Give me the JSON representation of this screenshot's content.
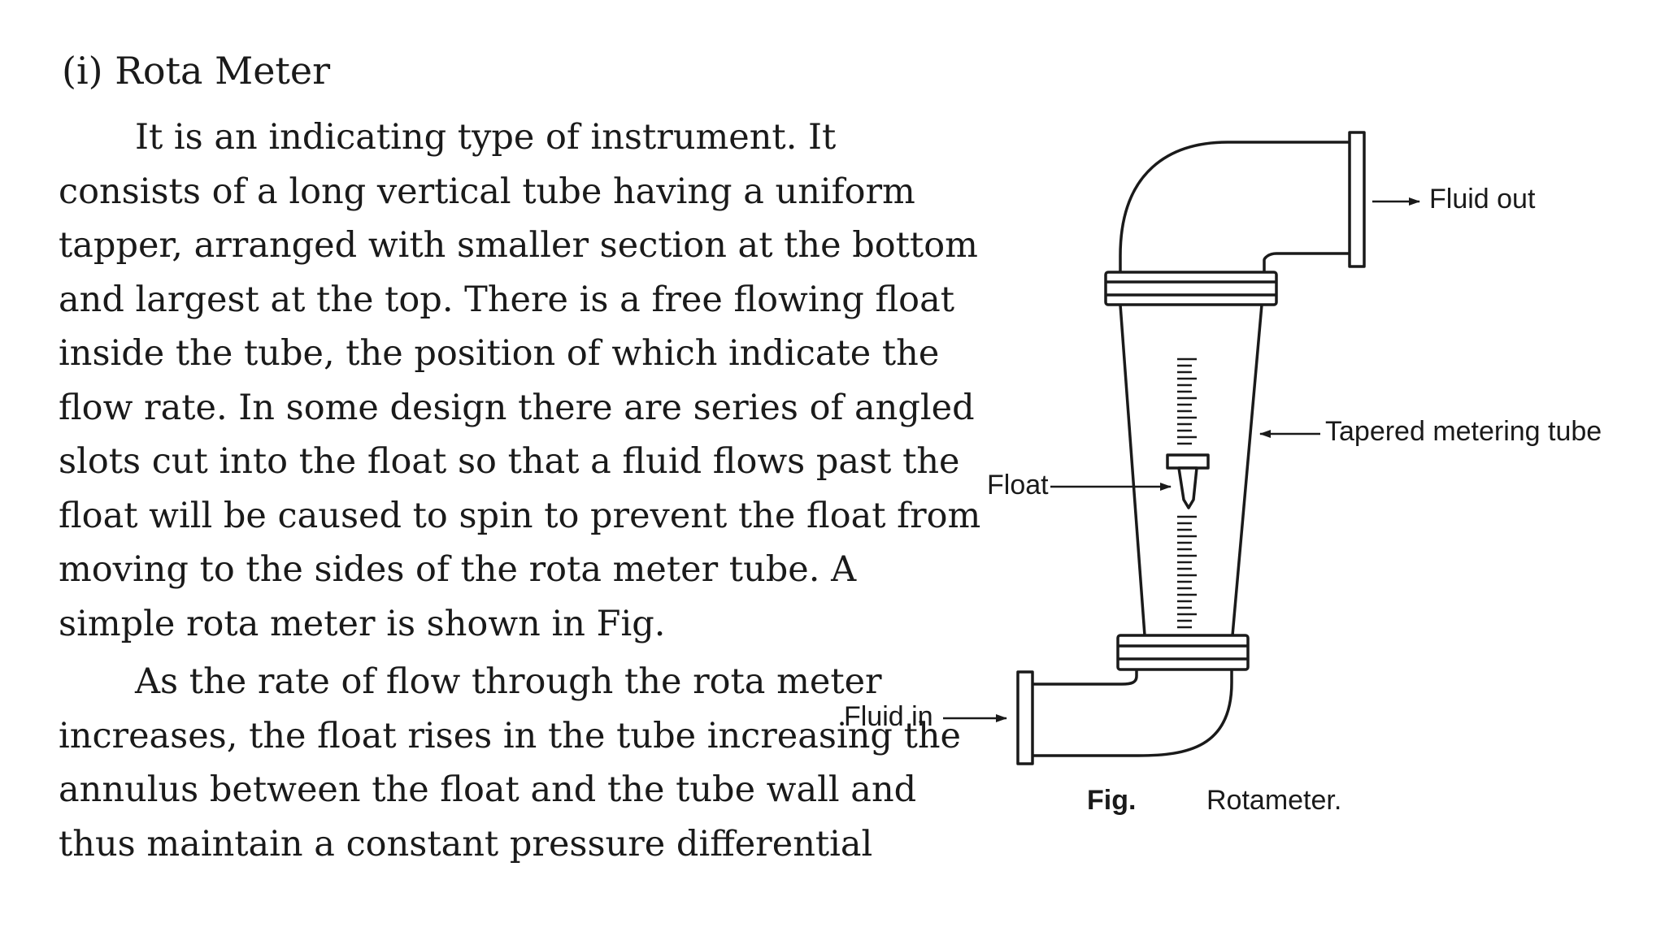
{
  "section": {
    "title": "(i) Rota Meter"
  },
  "paragraph1": {
    "lines": [
      "It is an indicating type of instrument. It",
      "consists of a long vertical tube having a uniform",
      "tapper, arranged with smaller section at the bottom",
      "and largest at the top. There is a free flowing float",
      "inside the tube, the position of which indicate the",
      "flow rate. In some design there are series of angled",
      "slots cut into the float so that a fluid flows past the",
      "float will be caused to spin to prevent the float from",
      "moving to the sides of the rota meter tube. A",
      "simple rota meter is shown in Fig."
    ]
  },
  "paragraph2": {
    "lines": [
      "As the rate of flow through the rota meter",
      "increases, the float rises in the tube increasing the",
      "annulus between the float and the tube wall and",
      "thus maintain a constant pressure differential"
    ]
  },
  "figure": {
    "label_fluid_out": "Fluid out",
    "label_tapered_tube": "Tapered metering tube",
    "label_float": "Float",
    "label_fluid_in": "Fluid in",
    "caption_prefix": "Fig.",
    "caption_text": "Rotameter."
  }
}
